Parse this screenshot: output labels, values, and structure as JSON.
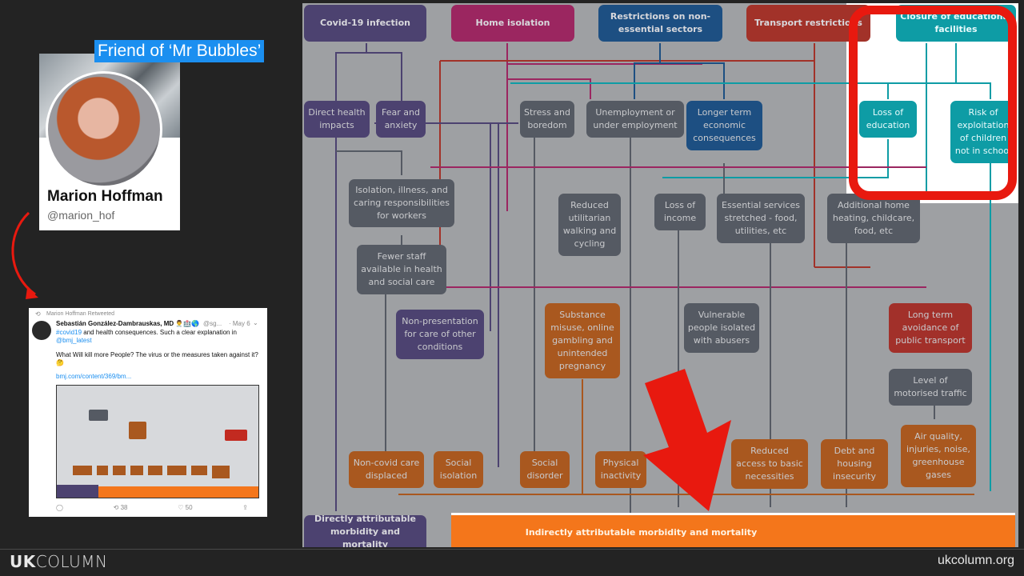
{
  "caption": "Friend of ‘Mr Bubbles’",
  "profile": {
    "name": "Marion Hoffman",
    "handle": "@marion_hof"
  },
  "tweet": {
    "retweet_label": "Marion Hoffman Retweeted",
    "author": "Sebastián González-Dambrauskas, MD",
    "author_emoji": "👨‍⚕️🏥🌎",
    "handle": "@sg...",
    "date": "· May 6",
    "hashtag": "#covid19",
    "text_1": " and health consequences. Such a clear explanation in",
    "mention": "@bmj_latest",
    "question": "What Will kill more People? The virus or the measures taken against it? 🤔",
    "url": "bmj.com/content/369/bm...",
    "reply_icon": "♡",
    "retweet_count": "38",
    "like_count": "50"
  },
  "diagram": {
    "top": [
      {
        "id": "covid",
        "label": "Covid-19 infection"
      },
      {
        "id": "home",
        "label": "Home isolation"
      },
      {
        "id": "restrict",
        "label": "Restrictions on non-essential sectors"
      },
      {
        "id": "transport",
        "label": "Transport restrictions"
      },
      {
        "id": "closure",
        "label": "Closure of educational facilities"
      }
    ],
    "nodes": {
      "direct_health": "Direct health impacts",
      "fear": "Fear and anxiety",
      "stress": "Stress and boredom",
      "unemployment": "Unemployment or under employment",
      "longer_term": "Longer term economic consequences",
      "loss_education": "Loss of education",
      "exploitation": "Risk of exploitation of children not in school",
      "isolation_illness": "Isolation, illness, and caring responsibilities for workers",
      "fewer_staff": "Fewer staff available in health and social care",
      "non_presentation": "Non-presentation for care of other conditions",
      "reduced_walking": "Reduced utilitarian walking and cycling",
      "loss_income": "Loss of income",
      "essential": "Essential services stretched - food, utilities, etc",
      "additional": "Additional home heating, childcare, food, etc",
      "additional_visible": "Ad",
      "substance": "Substance misuse, online gambling and unintended pregnancy",
      "vulnerable": "Vulnerable people isolated with abusers",
      "long_avoid": "Long term avoidance of public transport",
      "motorised": "Level of motorised traffic",
      "non_covid": "Non-covid care displaced",
      "social_isolation": "Social isolation",
      "social_disorder": "Social disorder",
      "physical": "Physical inactivity",
      "reduced_access": "Reduced access to basic necessities",
      "debt": "Debt and housing insecurity",
      "air": "Air quality, injuries, noise, greenhouse gases",
      "directly": "Directly attributable morbidity and mortality",
      "indirectly": "Indirectly attributable morbidity and mortality"
    },
    "colors": {
      "highlight": "#e8190f",
      "arrow": "#e8190f",
      "indirect_bar": "#f4761b"
    }
  },
  "footer": {
    "logo_bold": "UK",
    "logo_light": "COLUMN",
    "url": "ukcolumn.org"
  }
}
